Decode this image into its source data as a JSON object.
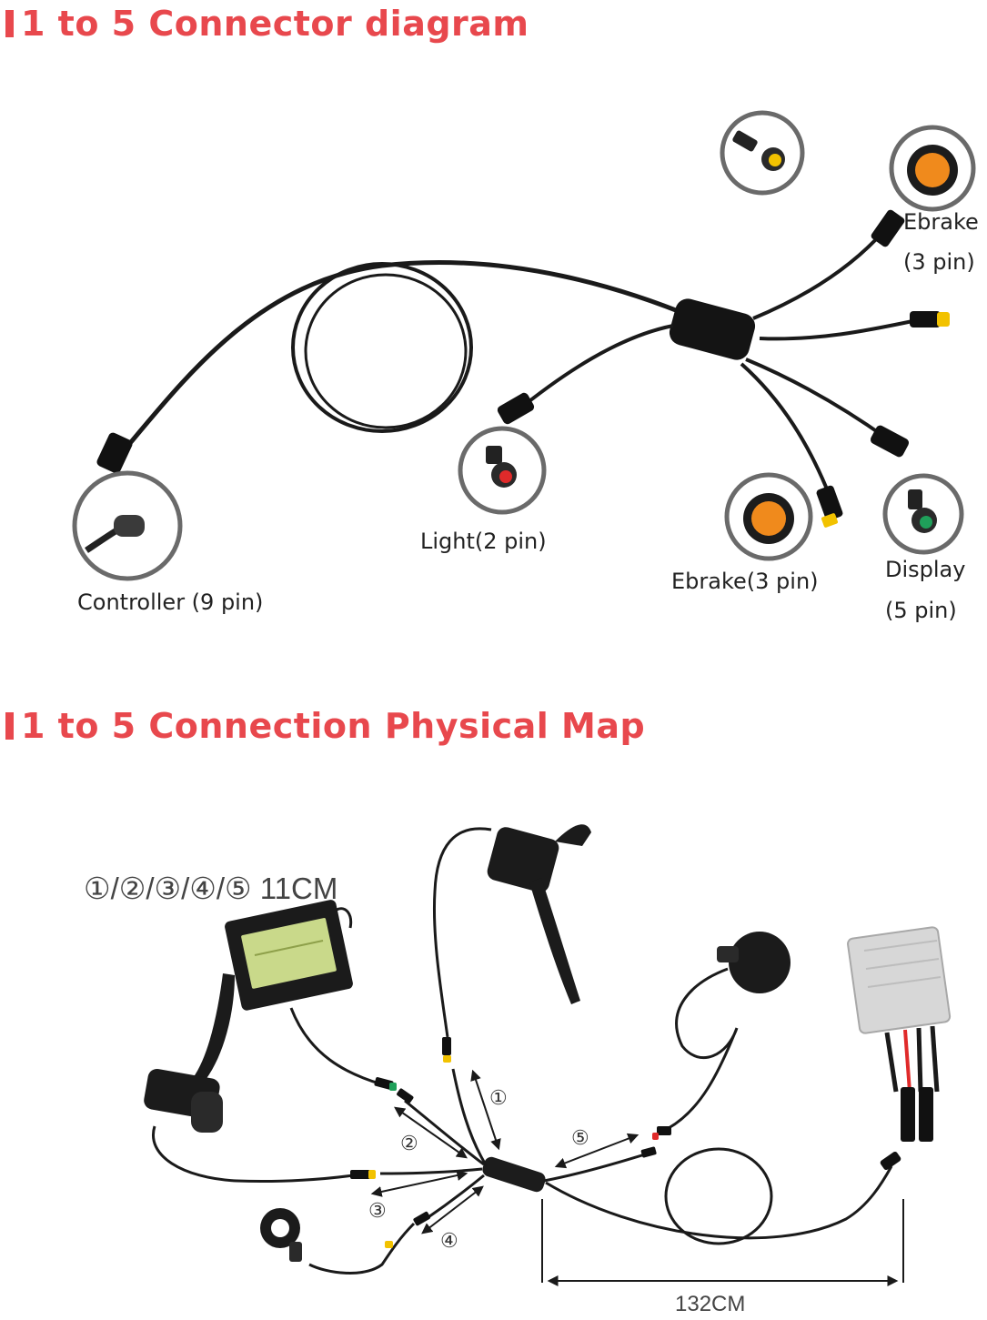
{
  "colors": {
    "title": "#e8484d",
    "cable": "#1a1a1a",
    "ring": "#666666",
    "pin_yellow": "#f2c200",
    "pin_orange": "#f08a1c",
    "pin_red": "#e02a2a",
    "pin_green": "#1fa05a",
    "lcd": "#c9d98a"
  },
  "icons": {
    "title_marker": "red-bar-icon",
    "connector_zoom": "connector-closeup-icon"
  },
  "diagram1": {
    "title": "1 to 5 Connector diagram",
    "ebrake_top": {
      "line1": "Ebrake",
      "line2": "(3 pin)"
    },
    "controller": "Controller (9 pin)",
    "light": "Light(2 pin)",
    "ebrake_bottom": "Ebrake(3 pin)",
    "display": {
      "line1": "Display",
      "line2": "(5 pin)"
    }
  },
  "diagram2": {
    "title": "1 to 5 Connection Physical Map",
    "length_note": "①/②/③/④/⑤   11CM",
    "markers": [
      "①",
      "②",
      "③",
      "④",
      "⑤"
    ],
    "total_length": "132CM"
  }
}
